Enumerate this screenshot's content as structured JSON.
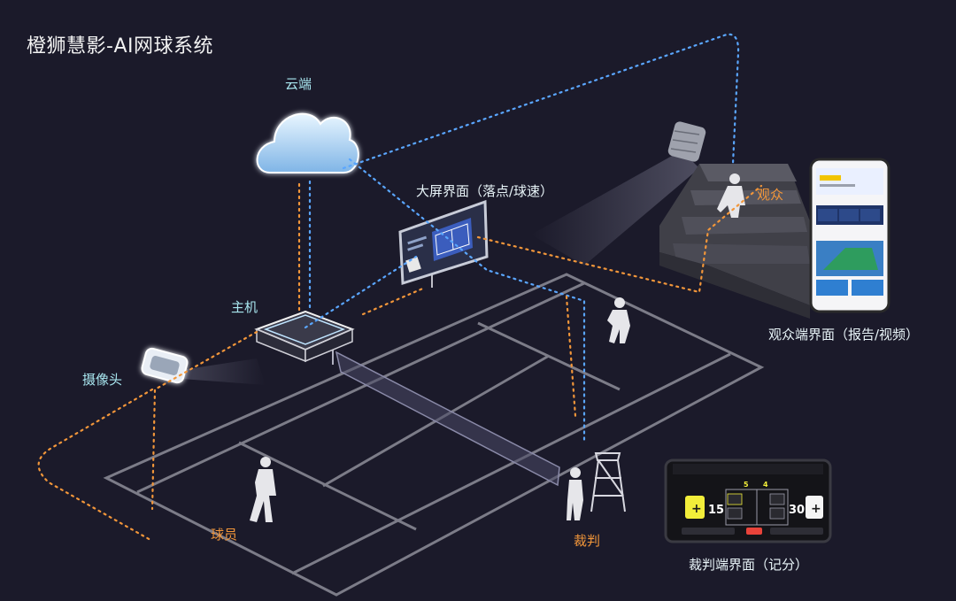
{
  "title": "橙狮慧影-AI网球系统",
  "labels": {
    "cloud": "云端",
    "host": "主机",
    "camera": "摄像头",
    "big_screen": "大屏界面（落点/球速）",
    "audience": "观众",
    "audience_ui": "观众端界面（报告/视频）",
    "player": "球员",
    "umpire": "裁判",
    "umpire_ui": "裁判端界面（记分）"
  },
  "umpire_panel": {
    "score_left": "15",
    "score_right": "30",
    "games_left": "5",
    "games_right": "4",
    "plus": "+"
  },
  "colors": {
    "background": "#1b1a2a",
    "blue_flow": "#5aa6ff",
    "orange_flow": "#f2963a",
    "label_teal": "#a8e6ef",
    "label_orange": "#f2963a",
    "court_line": "#7c7c88"
  }
}
